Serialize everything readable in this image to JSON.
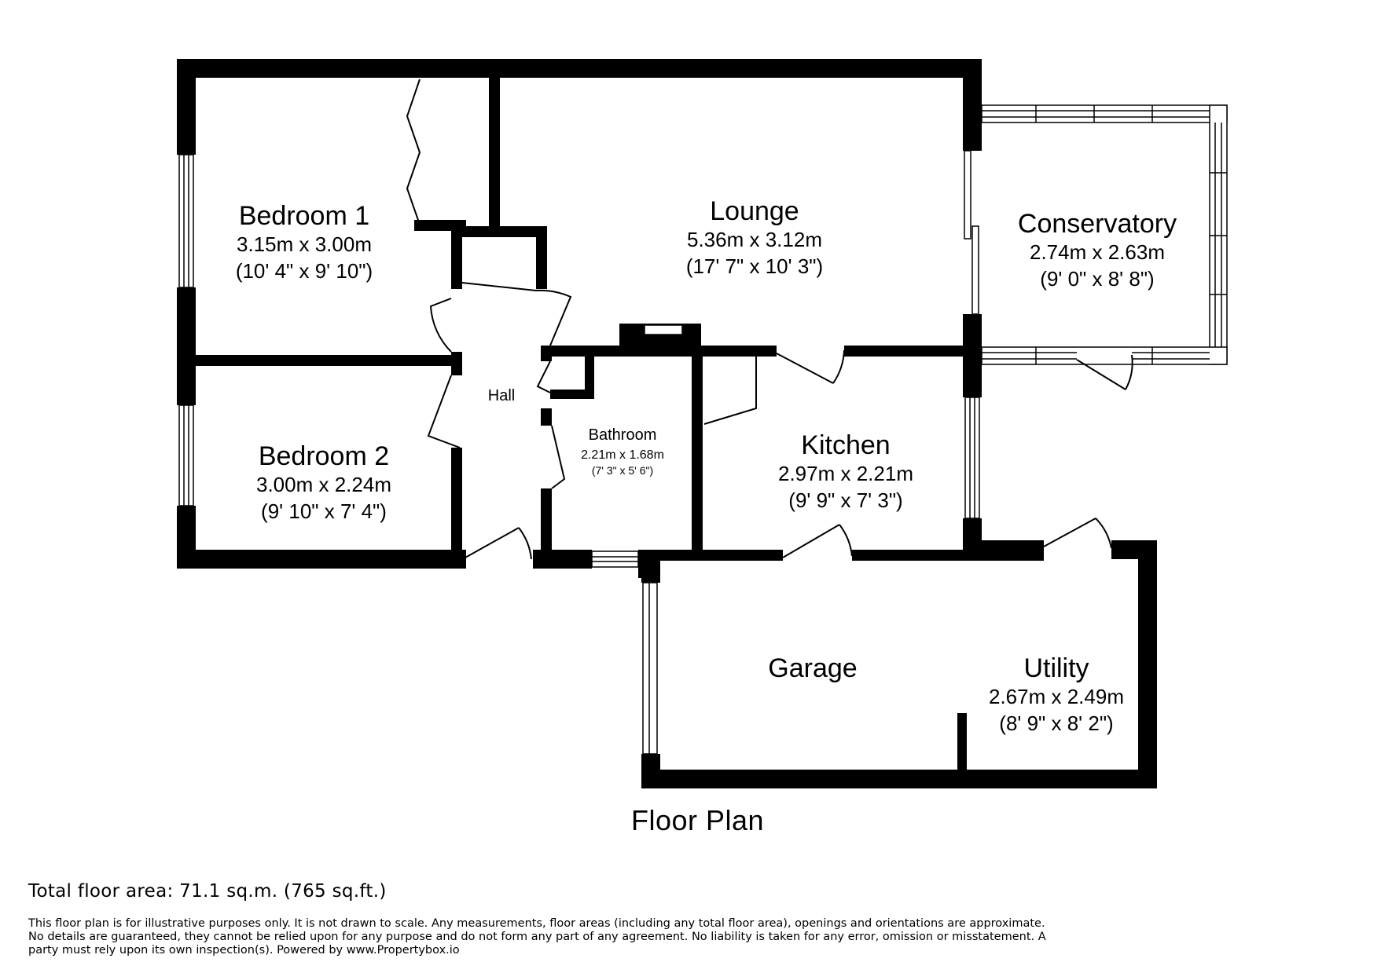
{
  "rooms": {
    "bedroom1": {
      "name": "Bedroom 1",
      "metric": "3.15m x 3.00m",
      "imperial": "(10' 4\" x 9' 10\")"
    },
    "bedroom2": {
      "name": "Bedroom 2",
      "metric": "3.00m x 2.24m",
      "imperial": "(9' 10\" x 7' 4\")"
    },
    "lounge": {
      "name": "Lounge",
      "metric": "5.36m x 3.12m",
      "imperial": "(17' 7\" x 10' 3\")"
    },
    "conservatory": {
      "name": "Conservatory",
      "metric": "2.74m x 2.63m",
      "imperial": "(9' 0\" x 8' 8\")"
    },
    "hall": {
      "name": "Hall"
    },
    "bathroom": {
      "name": "Bathroom",
      "metric": "2.21m x 1.68m",
      "imperial": "(7' 3\" x 5' 6\")"
    },
    "kitchen": {
      "name": "Kitchen",
      "metric": "2.97m x 2.21m",
      "imperial": "(9' 9\" x 7' 3\")"
    },
    "garage": {
      "name": "Garage"
    },
    "utility": {
      "name": "Utility",
      "metric": "2.67m x 2.49m",
      "imperial": "(8' 9\" x 8' 2\")"
    }
  },
  "plan_title": "Floor Plan",
  "total_area": "Total floor area: 71.1 sq.m. (765 sq.ft.)",
  "disclaimer": "This floor plan is for illustrative purposes only. It is not drawn to scale. Any measurements, floor areas (including any total floor area), openings and orientations are approximate. No details are guaranteed, they cannot be relied upon for any purpose and do not form any part of any agreement. No liability is taken for any error, omission or misstatement. A party must rely upon its own inspection(s). Powered by www.Propertybox.io",
  "colors": {
    "wall": "#000000",
    "window": "#ffffff",
    "background": "#ffffff"
  }
}
